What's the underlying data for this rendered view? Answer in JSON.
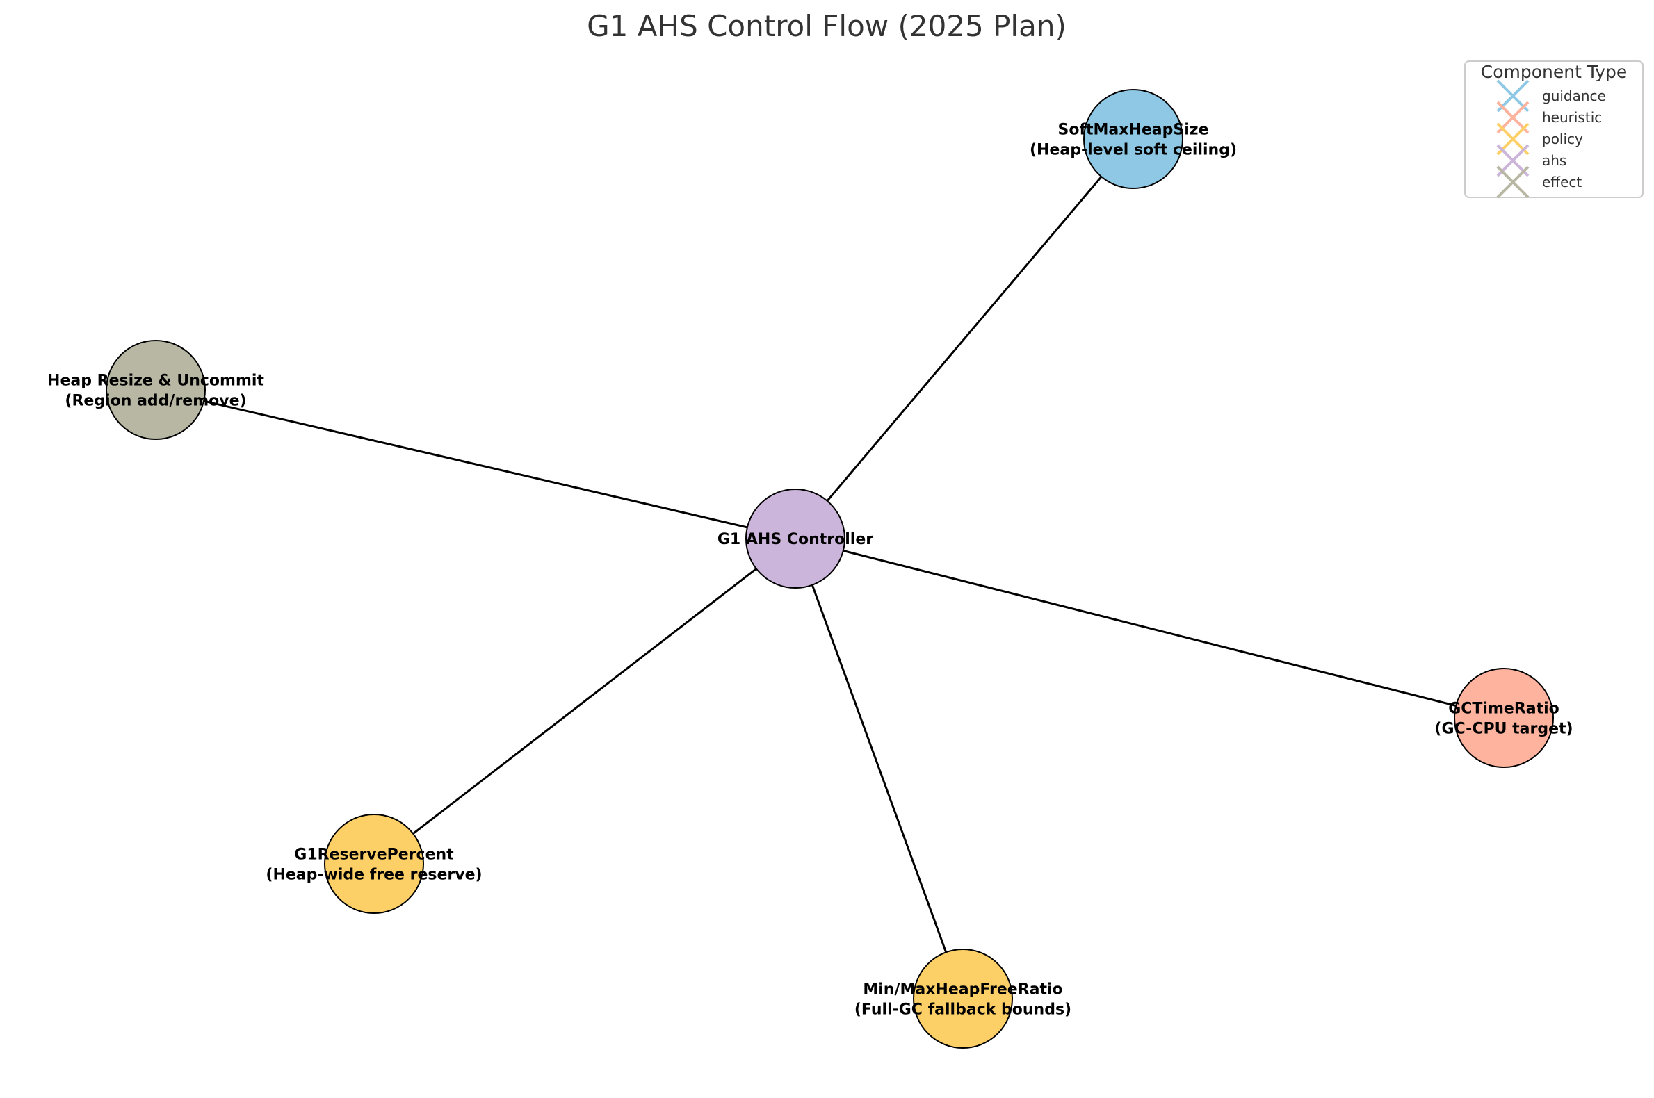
{
  "title": "G1 AHS Control Flow (2025 Plan)",
  "legend": {
    "title": "Component Type",
    "items": [
      {
        "label": "guidance",
        "color": "#8ec8e4"
      },
      {
        "label": "heuristic",
        "color": "#fdb39e"
      },
      {
        "label": "policy",
        "color": "#fdd067"
      },
      {
        "label": "ahs",
        "color": "#ccb5da"
      },
      {
        "label": "effect",
        "color": "#b8b7a3"
      }
    ]
  },
  "nodes": [
    {
      "id": "controller",
      "type": "ahs",
      "color": "#ccb5da",
      "lines": [
        "G1 AHS Controller"
      ]
    },
    {
      "id": "softmax",
      "type": "guidance",
      "color": "#8ec8e4",
      "lines": [
        "SoftMaxHeapSize",
        "(Heap-level soft ceiling)"
      ]
    },
    {
      "id": "resize",
      "type": "effect",
      "color": "#b8b7a3",
      "lines": [
        "Heap Resize & Uncommit",
        "(Region add/remove)"
      ]
    },
    {
      "id": "gctime",
      "type": "heuristic",
      "color": "#fdb39e",
      "lines": [
        "GCTimeRatio",
        "(GC-CPU target)"
      ]
    },
    {
      "id": "reserve",
      "type": "policy",
      "color": "#fdd067",
      "lines": [
        "G1ReservePercent",
        "(Heap-wide free reserve)"
      ]
    },
    {
      "id": "freeratio",
      "type": "policy",
      "color": "#fdd067",
      "lines": [
        "Min/MaxHeapFreeRatio",
        "(Full-GC fallback bounds)"
      ]
    }
  ],
  "edges": [
    {
      "from": "controller",
      "to": "softmax"
    },
    {
      "from": "controller",
      "to": "resize"
    },
    {
      "from": "controller",
      "to": "gctime"
    },
    {
      "from": "controller",
      "to": "reserve"
    },
    {
      "from": "controller",
      "to": "freeratio"
    }
  ]
}
